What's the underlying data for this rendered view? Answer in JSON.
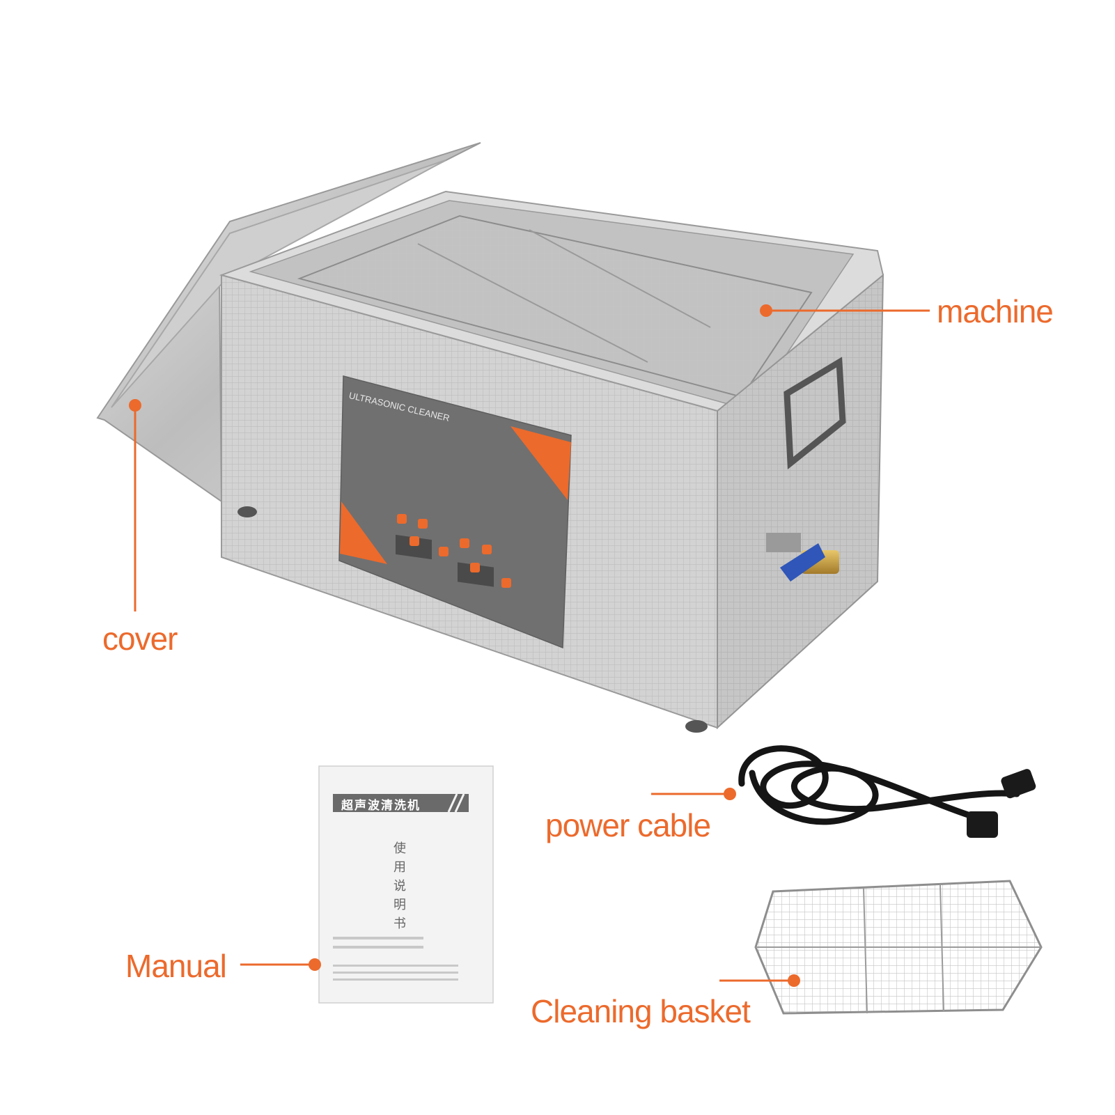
{
  "labels": {
    "cover": "cover",
    "machine": "machine",
    "power_cable": "power cable",
    "manual": "Manual",
    "cleaning_basket": "Cleaning basket"
  },
  "machine_panel": {
    "title": "ULTRASONIC CLEANER"
  },
  "manual_booklet": {
    "header": "超声波清洗机",
    "subtitle": "使用说明书"
  },
  "colors": {
    "accent": "#ec6a2c",
    "panel": "#707070",
    "steel": "#c9c9c9"
  }
}
